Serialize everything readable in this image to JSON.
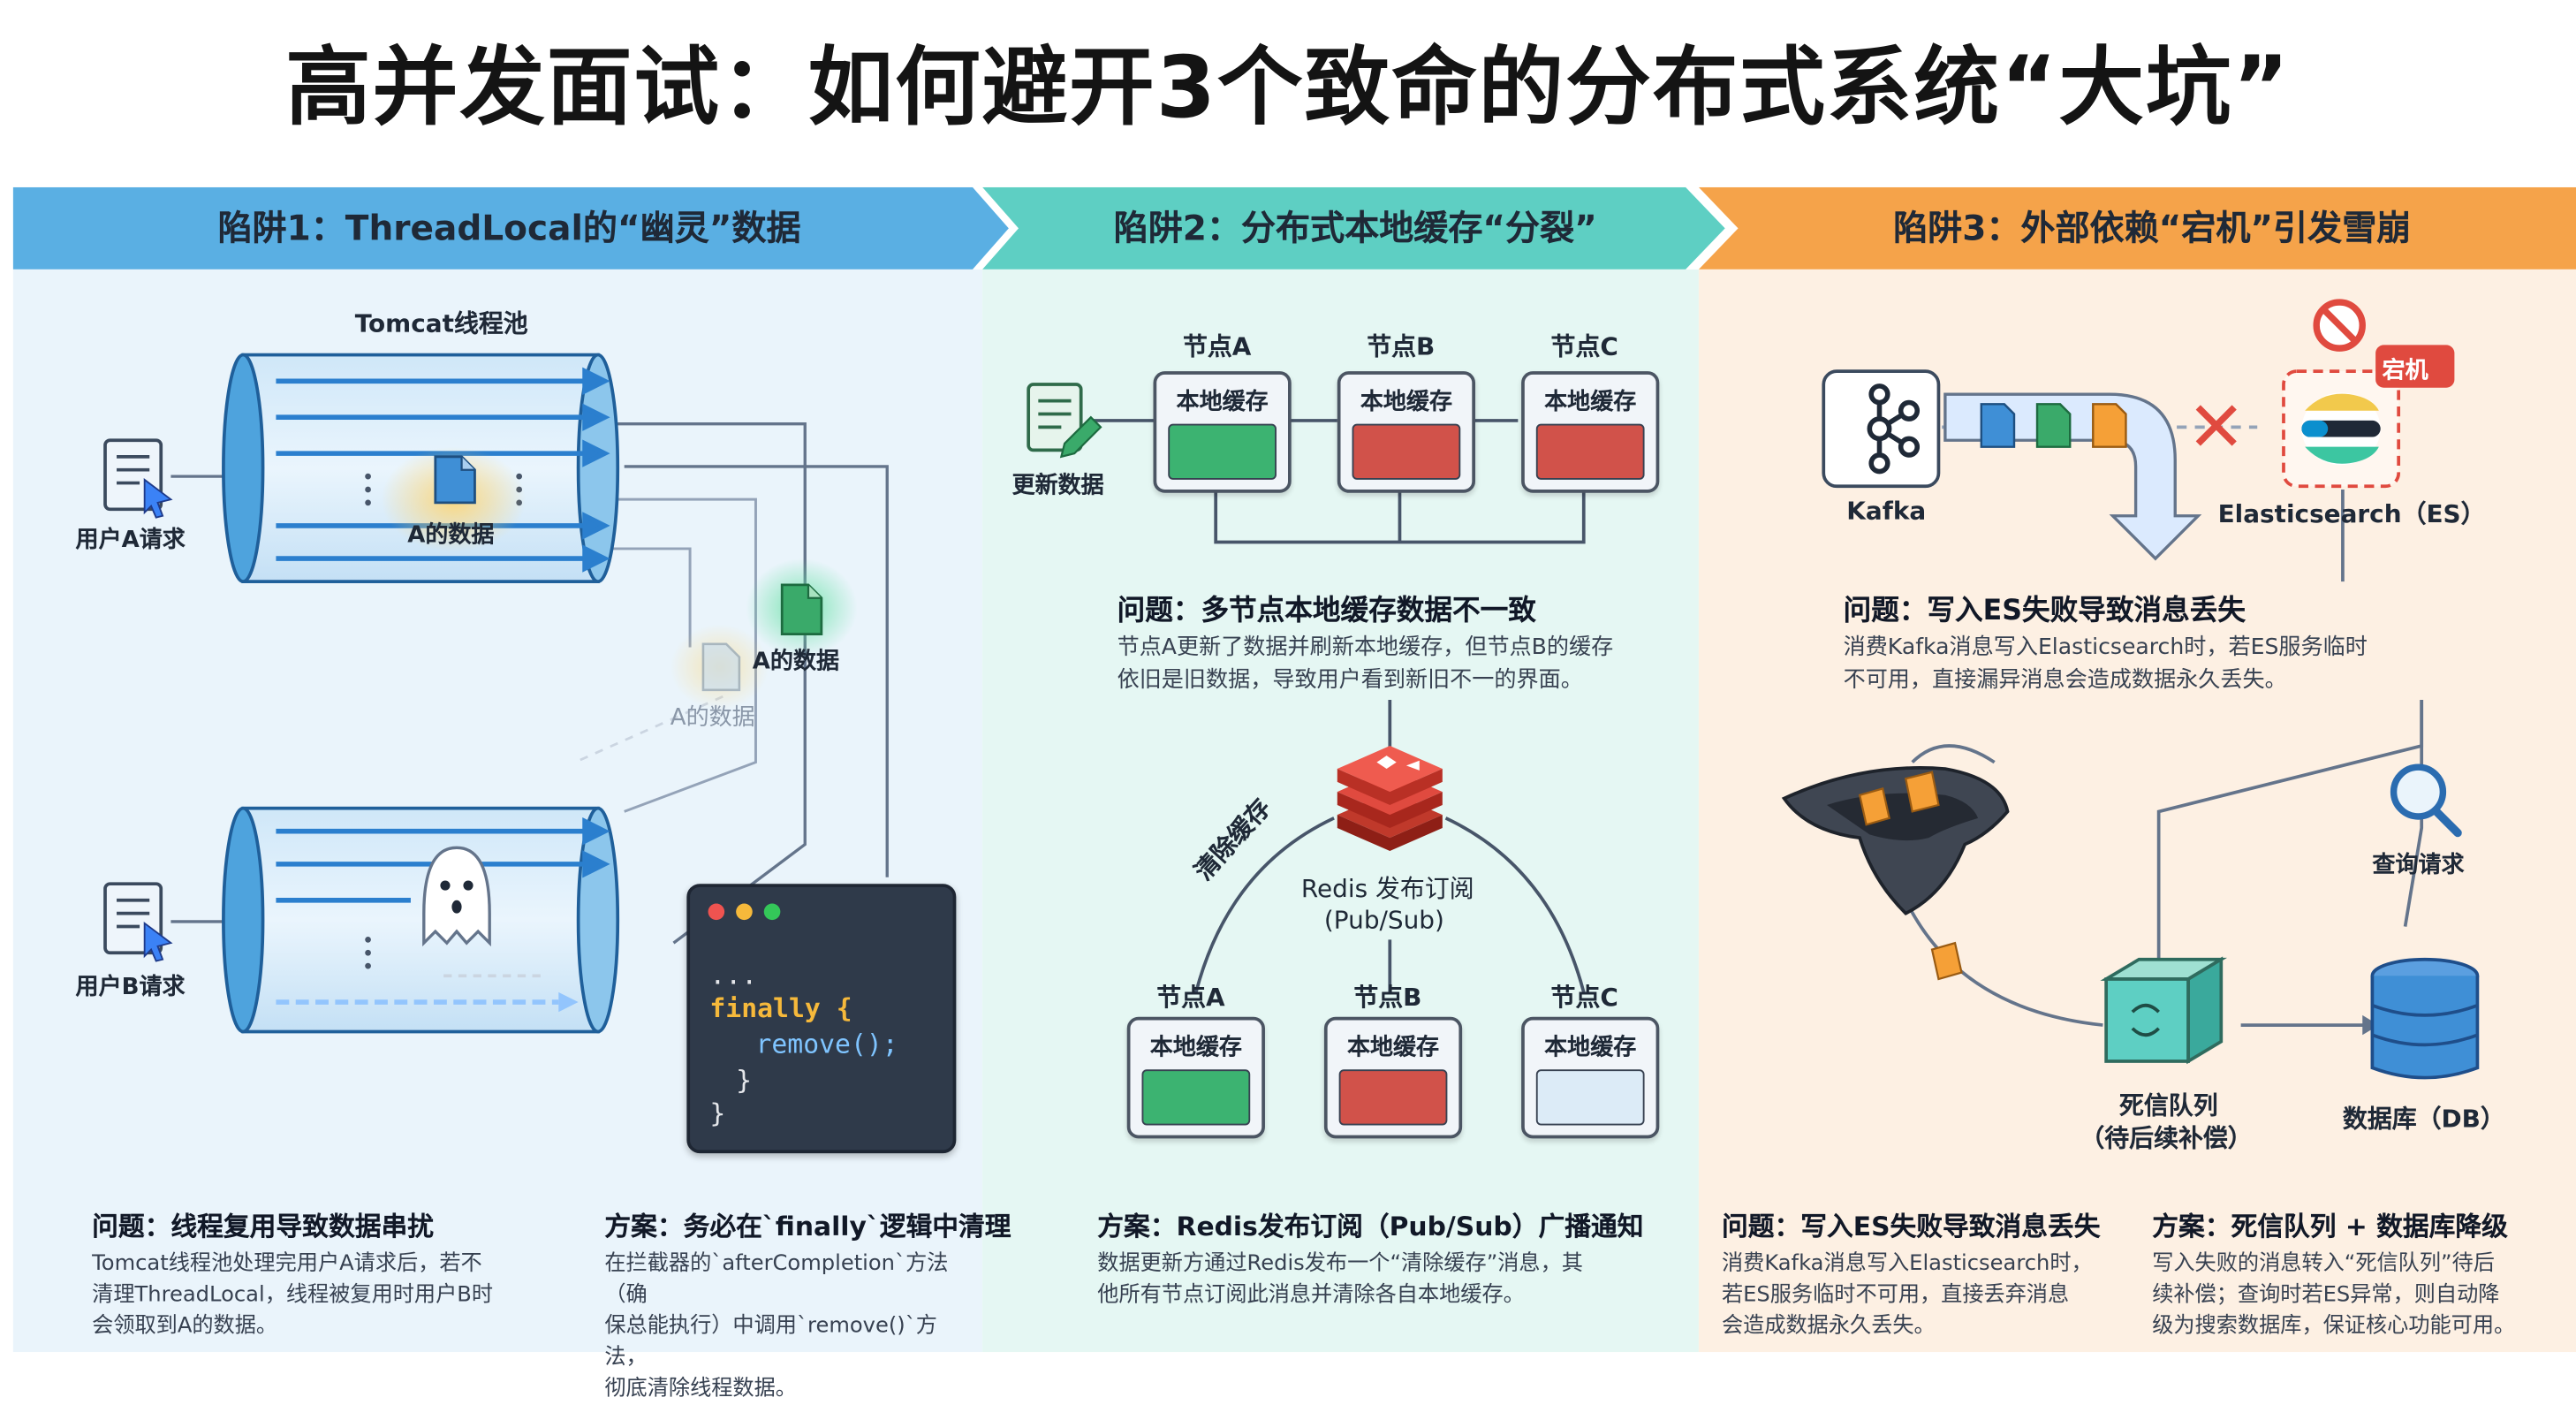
{
  "title": "高并发面试：如何避开3个致命的分布式系统“大坑”",
  "colors": {
    "band1": "#5aafe3",
    "band2": "#5ecfc3",
    "band3": "#f5a34a",
    "panel1": "#eaf4fb",
    "panel2": "#e5f7f3",
    "panel3": "#fdf0e3",
    "cache_green": "#3cb371",
    "cache_red": "#d1524a",
    "cache_light": "#dcebf7",
    "doc_blue": "#3f8fd6",
    "doc_green": "#3aaa6a",
    "doc_orange": "#f5a037",
    "error_red": "#e04a3f"
  },
  "pitfall1": {
    "heading": "陷阱1：ThreadLocal的“幽灵”数据",
    "pool_label": "Tomcat线程池",
    "user_a": "用户A请求",
    "user_b": "用户B请求",
    "data_in_pool": "A的数据",
    "data_leaked": "A的数据",
    "data_faded": "A的数据",
    "code": {
      "dots": "...",
      "finally": "finally {",
      "remove": "remove();",
      "close1": "}",
      "close2": "}"
    },
    "problem_title": "问题：线程复用导致数据串扰",
    "problem_lines": [
      "Tomcat线程池处理完用户A请求后，若不",
      "清理ThreadLocal，线程被复用时用户B时",
      "会领取到A的数据。"
    ],
    "solution_title": "方案：务必在`finally`逻辑中清理",
    "solution_lines": [
      "在拦截器的`afterCompletion`方法（确",
      "保总能执行）中调用`remove()`方法，",
      "彻底清除线程数据。"
    ]
  },
  "pitfall2": {
    "heading": "陷阱2：分布式本地缓存“分裂”",
    "update_label": "更新数据",
    "top_nodes": [
      {
        "name": "节点A",
        "cache": "本地缓存"
      },
      {
        "name": "节点B",
        "cache": "本地缓存"
      },
      {
        "name": "节点C",
        "cache": "本地缓存"
      }
    ],
    "problem_title": "问题：多节点本地缓存数据不一致",
    "problem_lines": [
      "节点A更新了数据并刷新本地缓存，但节点B的缓存",
      "依旧是旧数据，导致用户看到新旧不一的界面。"
    ],
    "clear_label": "清除缓存",
    "redis_label": "Redis 发布订阅",
    "redis_sub": "(Pub/Sub)",
    "bottom_nodes": [
      {
        "name": "节点A",
        "cache": "本地缓存"
      },
      {
        "name": "节点B",
        "cache": "本地缓存"
      },
      {
        "name": "节点C",
        "cache": "本地缓存"
      }
    ],
    "solution_title": "方案：Redis发布订阅（Pub/Sub）广播通知",
    "solution_lines": [
      "数据更新方通过Redis发布一个“清除缓存”消息，其",
      "他所有节点订阅此消息并清除各自本地缓存。"
    ]
  },
  "pitfall3": {
    "heading": "陷阱3：外部依赖“宕机”引发雪崩",
    "kafka_label": "Kafka",
    "es_label": "Elasticsearch（ES）",
    "down_badge": "宕机",
    "problem_mid_title": "问题：写入ES失败导致消息丢失",
    "problem_mid_lines": [
      "消费Kafka消息写入Elasticsearch时，若ES服务临时",
      "不可用，直接漏异消息会造成数据永久丢失。"
    ],
    "query_label": "查询请求",
    "dlq_label": "死信队列",
    "dlq_sub": "（待后续补偿）",
    "db_label": "数据库（DB）",
    "problem_title": "问题：写入ES失败导致消息丢失",
    "problem_lines": [
      "消费Kafka消息写入Elasticsearch时，",
      "若ES服务临时不可用，直接丢弃消息",
      "会造成数据永久丢失。"
    ],
    "solution_title": "方案：死信队列 + 数据库降级",
    "solution_lines": [
      "写入失败的消息转入“死信队列”待后",
      "续补偿；查询时若ES异常，则自动降",
      "级为搜索数据库，保证核心功能可用。"
    ]
  }
}
